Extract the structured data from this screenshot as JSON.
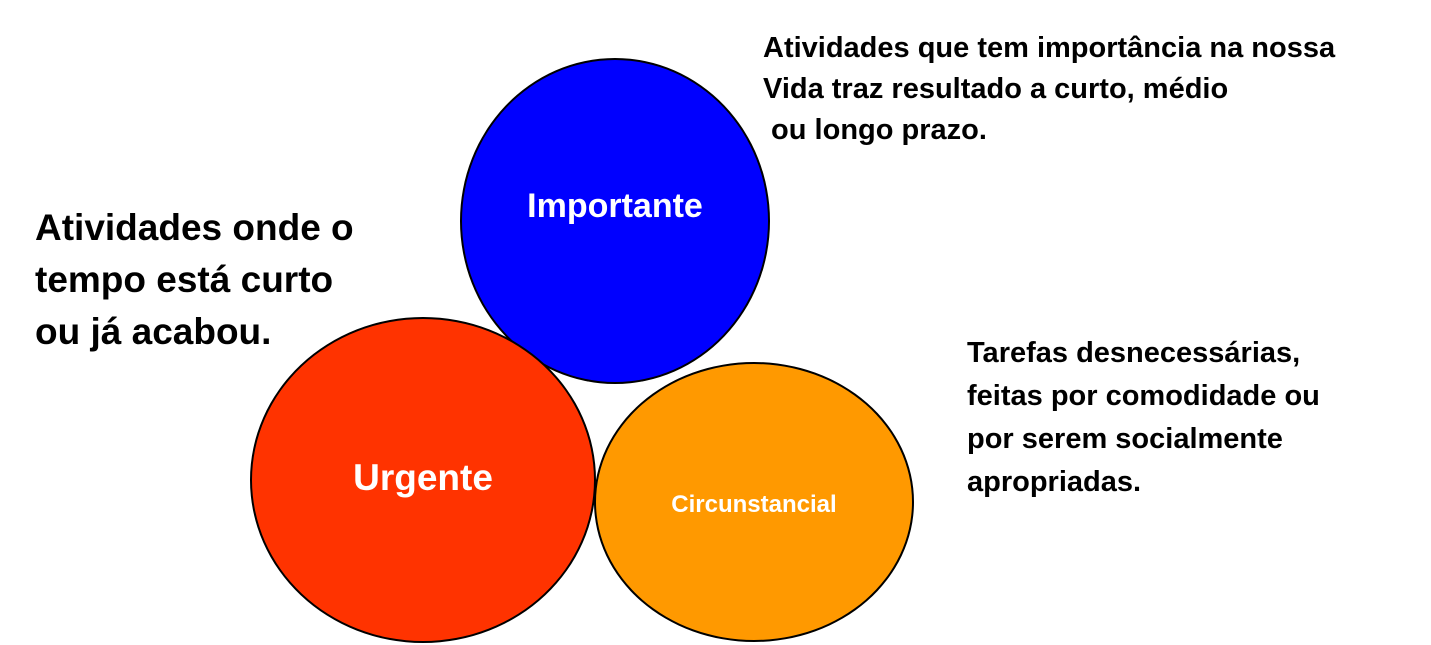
{
  "circles": {
    "importante": {
      "label": "Importante",
      "color": "#0000ff"
    },
    "urgente": {
      "label": "Urgente",
      "color": "#ff3300"
    },
    "circunstancial": {
      "label": "Circunstancial",
      "color": "#ff9900"
    }
  },
  "notes": {
    "importante": "Atividades que tem importância na nossa\nVida traz resultado a curto, médio\n ou longo prazo.",
    "urgente": "Atividades onde o\ntempo está curto\nou já acabou.",
    "circunstancial": "Tarefas desnecessárias,\nfeitas por comodidade ou\npor serem socialmente\napropriadas."
  }
}
